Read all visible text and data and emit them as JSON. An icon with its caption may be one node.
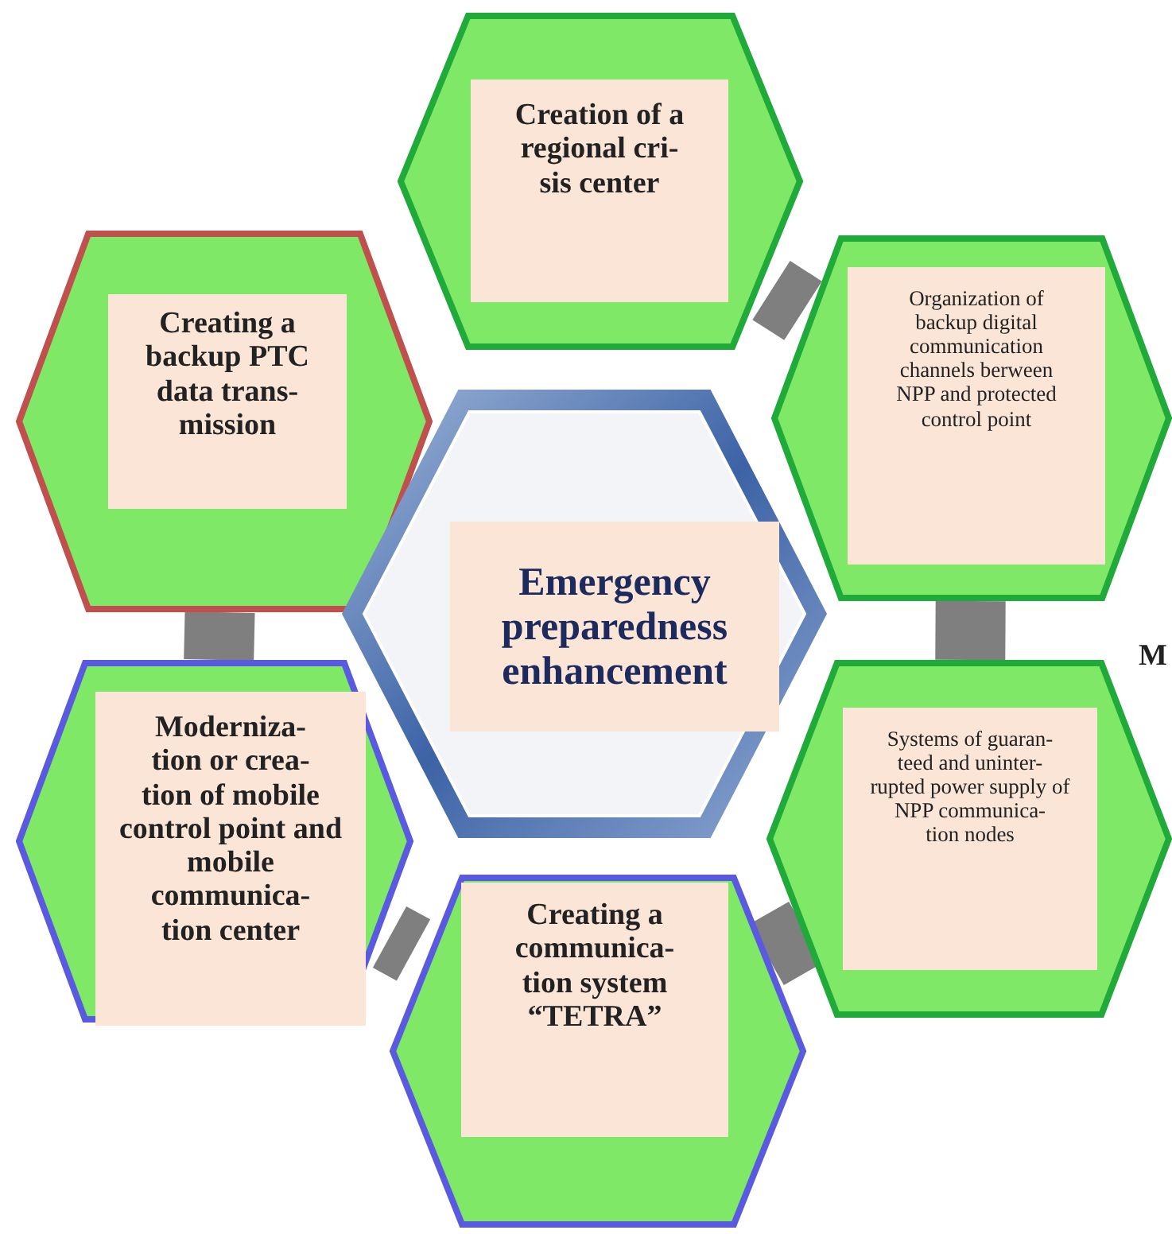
{
  "diagram": {
    "nodes": [
      {
        "text": [
          "Creation of a regional cri- sis center"
        ]
      },
      {
        "text": [
          "Creating a backup PTC data trans- mission"
        ]
      },
      {
        "text": [
          "Organization of backup digital communication channels berween NPP and protected control point"
        ]
      },
      {
        "text": [
          "Emergency preparedness enhancement"
        ]
      },
      {
        "text": [
          "Moderniza- tion or crea- tion of mobile control point and mobile communica- tion center"
        ]
      },
      {
        "text": [
          "Systems of guaran- teed and uninter- rupted power supply of NPP communica- tion nodes"
        ]
      },
      {
        "text": [
          "Creating a communica- tion system “TETRA”"
        ]
      }
    ],
    "edges": [
      {
        "from": 0,
        "to": 2,
        "arrow": "none"
      },
      {
        "from": 2,
        "to": 5,
        "arrow": "none"
      },
      {
        "from": 5,
        "to": 6,
        "arrow": "none"
      },
      {
        "from": 6,
        "to": 4,
        "arrow": "none"
      },
      {
        "from": 4,
        "to": 1,
        "arrow": "none"
      }
    ],
    "labels": [
      "M"
    ]
  }
}
